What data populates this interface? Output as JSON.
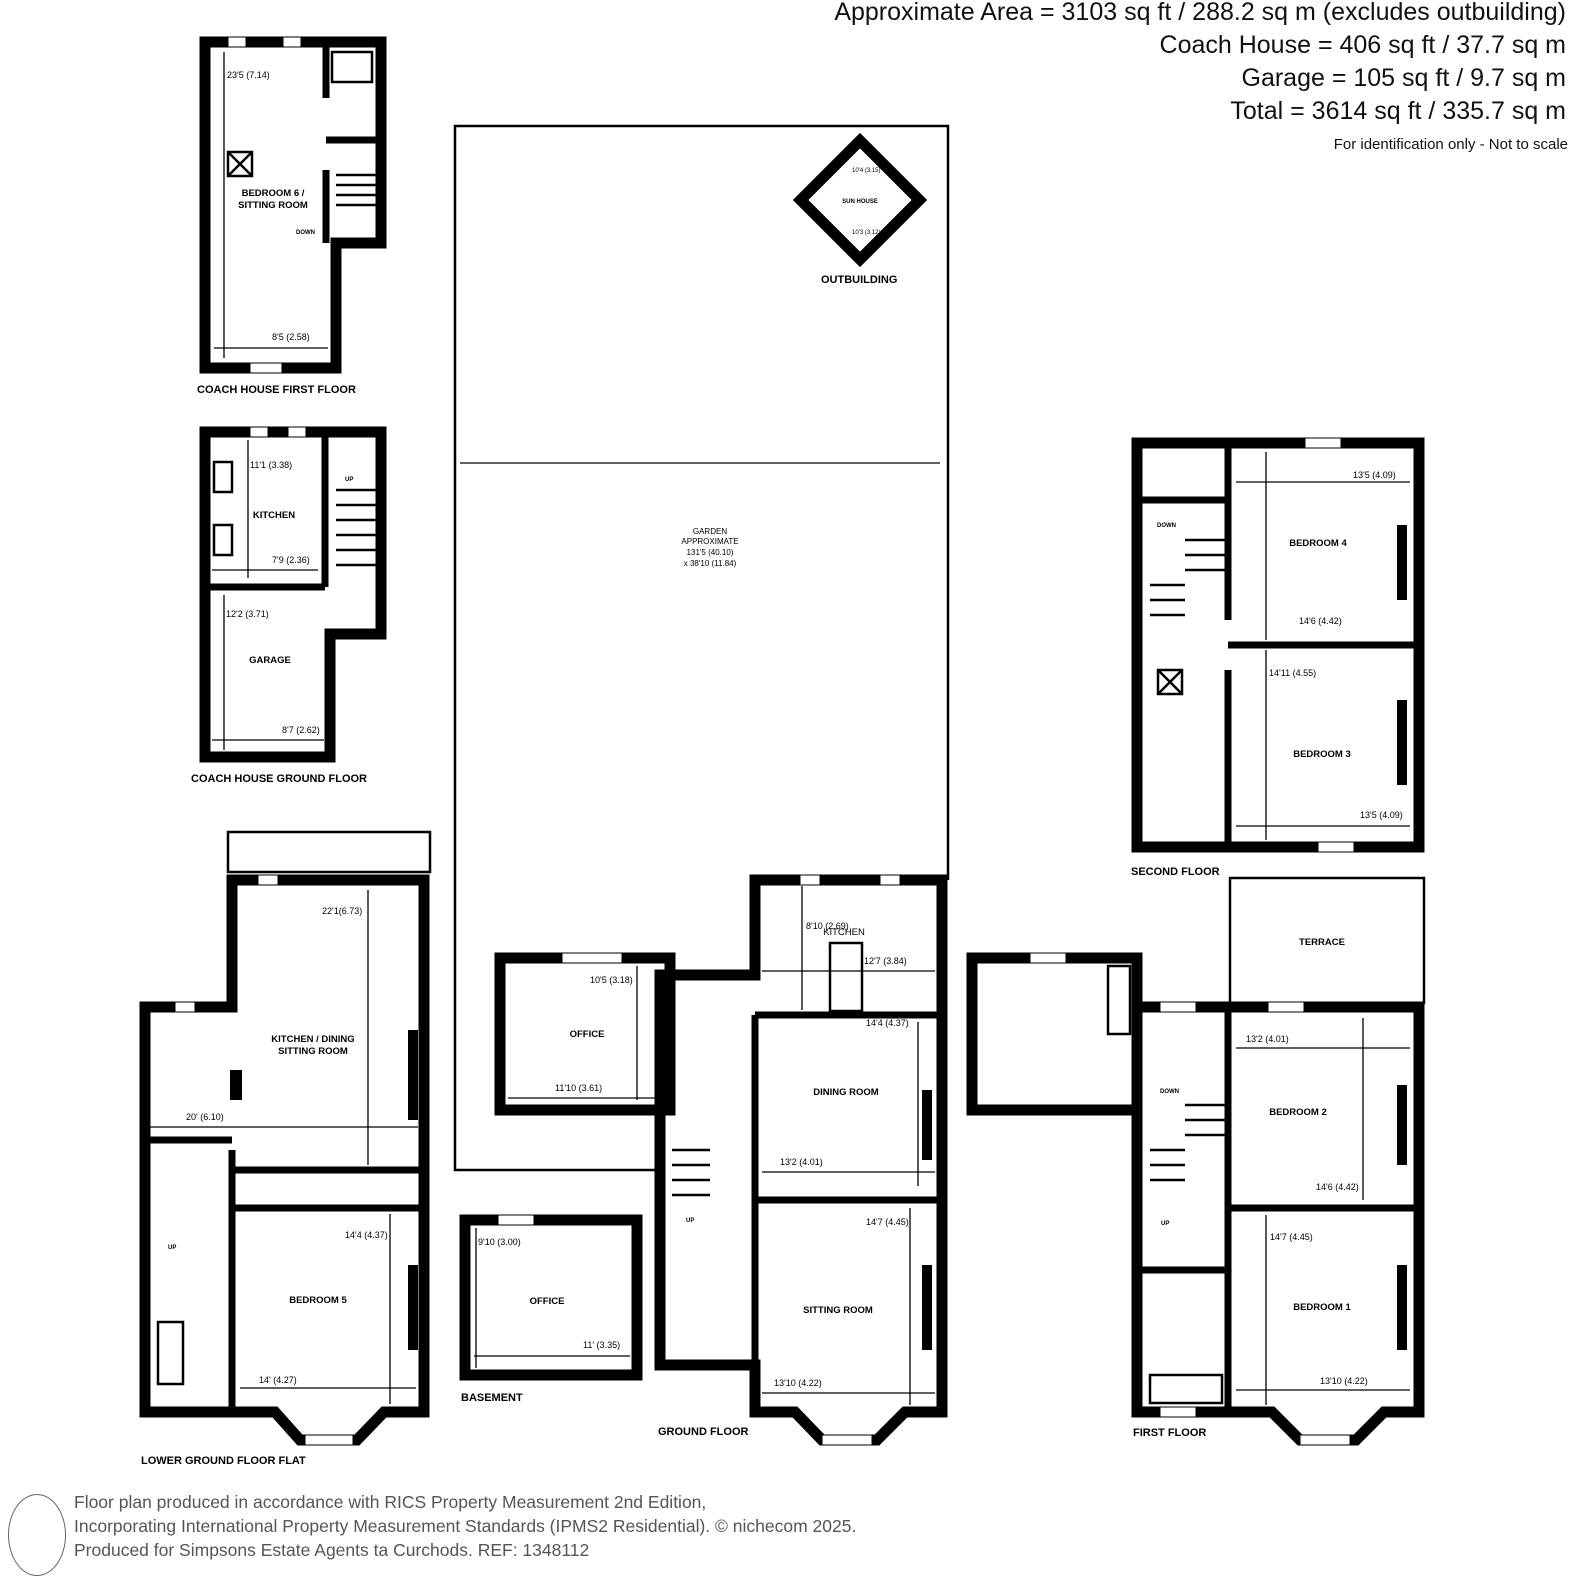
{
  "header": {
    "lines": [
      "Approximate Area = 3103 sq ft / 288.2 sq m (excludes outbuilding)",
      "Coach House = 406 sq ft / 37.7 sq m",
      "Garage = 105 sq ft / 9.7 sq m",
      "Total = 3614 sq ft / 335.7 sq m"
    ],
    "note": "For identification only - Not to scale"
  },
  "floors": {
    "coach_first": "COACH HOUSE FIRST FLOOR",
    "coach_ground": "COACH HOUSE GROUND FLOOR",
    "outbuilding": "OUTBUILDING",
    "second": "SECOND FLOOR",
    "lower_ground": "LOWER GROUND FLOOR FLAT",
    "basement": "BASEMENT",
    "ground": "GROUND FLOOR",
    "first": "FIRST FLOOR"
  },
  "rooms": {
    "bedroom6": [
      "BEDROOM 6 /",
      "SITTING ROOM"
    ],
    "kitchen_ch": "KITCHEN",
    "garage": "GARAGE",
    "garden": [
      "GARDEN",
      "APPROXIMATE",
      "131'5 (40.10)",
      "x 38'10 (11.84)"
    ],
    "sun_house": "SUN HOUSE",
    "bedroom4": "BEDROOM 4",
    "bedroom3": "BEDROOM 3",
    "kitchen_dining": [
      "KITCHEN / DINING",
      "SITTING ROOM"
    ],
    "bedroom5": "BEDROOM 5",
    "office_ground": "OFFICE",
    "office_basement": "OFFICE",
    "kitchen_ground": "KITCHEN",
    "dining": "DINING ROOM",
    "sitting": "SITTING ROOM",
    "terrace": "TERRACE",
    "bedroom2": "BEDROOM 2",
    "bedroom1": "BEDROOM 1"
  },
  "dims": {
    "bed6_len": "23'5 (7.14)",
    "bed6_wid": "8'5 (2.58)",
    "kit_ch_len": "11'1 (3.38)",
    "kit_ch_wid": "7'9 (2.36)",
    "garage_len": "12'2 (3.71)",
    "garage_wid": "8'7 (2.62)",
    "sun_a": "10'4 (3.15)",
    "sun_b": "10'3 (3.12)",
    "bed4_wid": "13'5 (4.09)",
    "bed4_len": "14'6 (4.42)",
    "bed3_len": "14'11 (4.55)",
    "bed3_wid": "13'5 (4.09)",
    "kd_len": "22'1(6.73)",
    "kd_wid": "20' (6.10)",
    "bed5_len": "14'4 (4.37)",
    "bed5_wid": "14' (4.27)",
    "office_g_len": "10'5 (3.18)",
    "office_g_wid": "11'10 (3.61)",
    "office_b_len": "9'10 (3.00)",
    "office_b_wid": "11' (3.35)",
    "kit_g_len": "8'10 (2.69)",
    "kit_g_wid": "12'7 (3.84)",
    "dining_len": "14'4 (4.37)",
    "dining_wid": "13'2 (4.01)",
    "sitting_len": "14'7 (4.45)",
    "sitting_wid": "13'10 (4.22)",
    "bed2_wid": "13'2 (4.01)",
    "bed2_len": "14'6 (4.42)",
    "bed1_len": "14'7 (4.45)",
    "bed1_wid": "13'10 (4.22)"
  },
  "stairs": {
    "down": "DOWN",
    "up": "UP"
  },
  "footer": {
    "lines": [
      "Floor plan produced in accordance with RICS Property Measurement 2nd Edition,",
      "Incorporating International Property Measurement Standards (IPMS2 Residential).   © nichecom 2025.",
      "Produced for Simpsons Estate Agents ta Curchods.   REF: 1348112"
    ]
  }
}
